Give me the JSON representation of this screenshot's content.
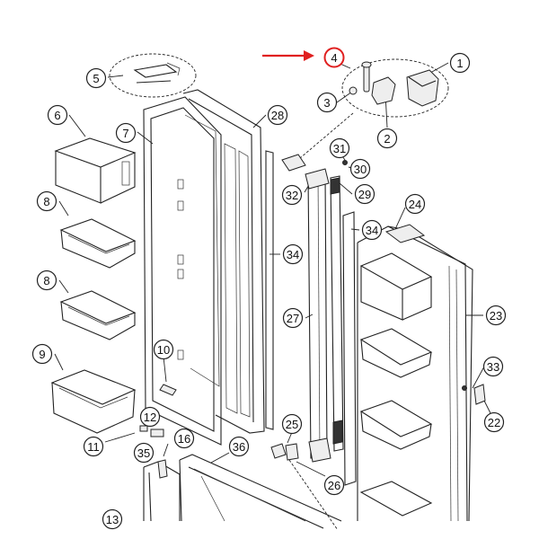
{
  "diagram": {
    "highlight_color": "#e02020",
    "highlighted_callout": "4",
    "callouts": [
      {
        "id": "c1",
        "label": "1"
      },
      {
        "id": "c2",
        "label": "2"
      },
      {
        "id": "c3",
        "label": "3"
      },
      {
        "id": "c4",
        "label": "4"
      },
      {
        "id": "c5",
        "label": "5"
      },
      {
        "id": "c6",
        "label": "6"
      },
      {
        "id": "c7",
        "label": "7"
      },
      {
        "id": "c8a",
        "label": "8"
      },
      {
        "id": "c8b",
        "label": "8"
      },
      {
        "id": "c9",
        "label": "9"
      },
      {
        "id": "c10",
        "label": "10"
      },
      {
        "id": "c11",
        "label": "11"
      },
      {
        "id": "c12",
        "label": "12"
      },
      {
        "id": "c16",
        "label": "16"
      },
      {
        "id": "c35",
        "label": "35"
      },
      {
        "id": "c36",
        "label": "36"
      },
      {
        "id": "c13",
        "label": "13"
      },
      {
        "id": "c28",
        "label": "28"
      },
      {
        "id": "c31",
        "label": "31"
      },
      {
        "id": "c30",
        "label": "30"
      },
      {
        "id": "c32",
        "label": "32"
      },
      {
        "id": "c29",
        "label": "29"
      },
      {
        "id": "c24",
        "label": "24"
      },
      {
        "id": "c34a",
        "label": "34"
      },
      {
        "id": "c34b",
        "label": "34"
      },
      {
        "id": "c27",
        "label": "27"
      },
      {
        "id": "c23",
        "label": "23"
      },
      {
        "id": "c33",
        "label": "33"
      },
      {
        "id": "c22",
        "label": "22"
      },
      {
        "id": "c25",
        "label": "25"
      },
      {
        "id": "c26",
        "label": "26"
      }
    ]
  }
}
